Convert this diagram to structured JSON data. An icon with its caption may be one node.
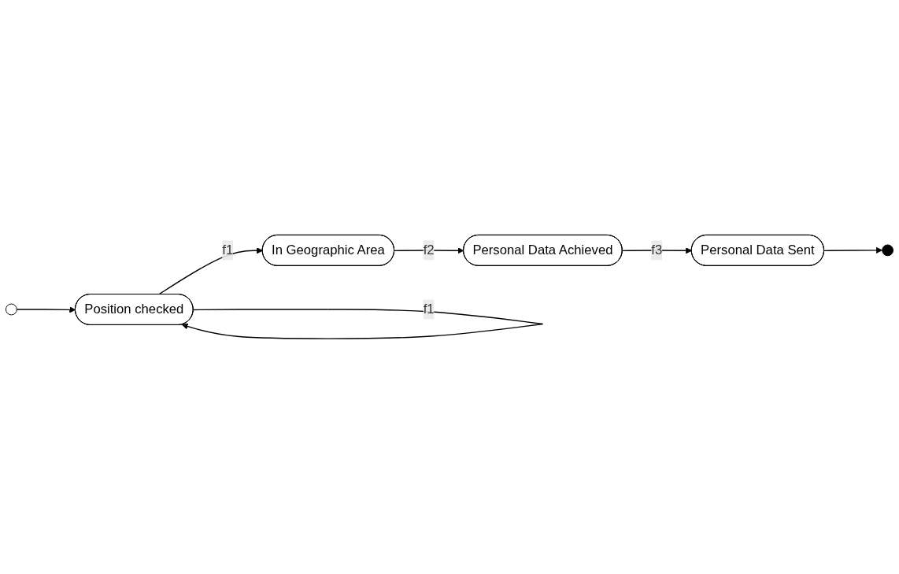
{
  "diagram": {
    "nodes": [
      {
        "text": [],
        "shape": "circle"
      },
      {
        "text": [
          "Position checked"
        ]
      },
      {
        "text": [
          "In Geographic Area"
        ]
      },
      {
        "text": [
          "Personal Data Achieved"
        ]
      },
      {
        "text": [
          "Personal Data Sent"
        ]
      },
      {
        "text": [],
        "shape": "circle"
      }
    ],
    "edges": [
      {
        "from": 0,
        "to": 1,
        "arrow": "to"
      },
      {
        "from": 1,
        "to": 1,
        "label": "f1",
        "arrow": "to"
      },
      {
        "from": 1,
        "to": 2,
        "label": "f1",
        "arrow": "to"
      },
      {
        "from": 2,
        "to": 3,
        "label": "f2",
        "arrow": "to"
      },
      {
        "from": 3,
        "to": 4,
        "label": "f3",
        "arrow": "to"
      },
      {
        "from": 4,
        "to": 5,
        "arrow": "to"
      }
    ]
  }
}
